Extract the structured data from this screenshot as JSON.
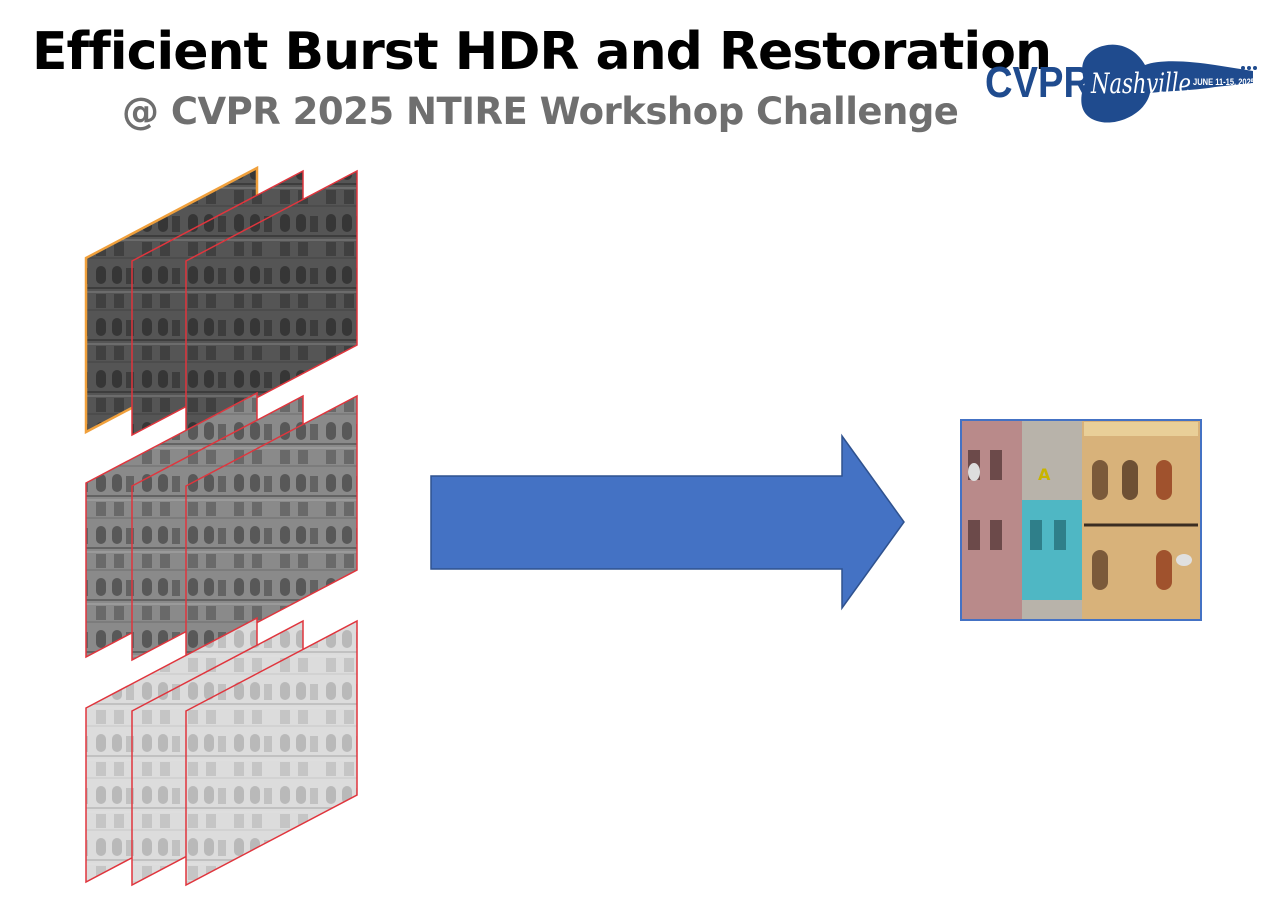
{
  "header": {
    "title": "Efficient Burst HDR and Restoration",
    "subtitle": "@ CVPR 2025 NTIRE Workshop Challenge"
  },
  "logo": {
    "text_main": "CVPR",
    "text_script": "Nashville",
    "text_dates": "JUNE 11-15, 2025",
    "color": "#1f4b8e"
  },
  "colors": {
    "frame_border": "#e0353d",
    "frame_border_reference": "#f0a03c",
    "arrow_fill": "#4472c4",
    "arrow_stroke": "#2f528f",
    "output_border": "#4472c4"
  },
  "bursts": [
    {
      "exposure": "low",
      "frames": 3
    },
    {
      "exposure": "medium",
      "frames": 3
    },
    {
      "exposure": "high",
      "frames": 3
    }
  ]
}
